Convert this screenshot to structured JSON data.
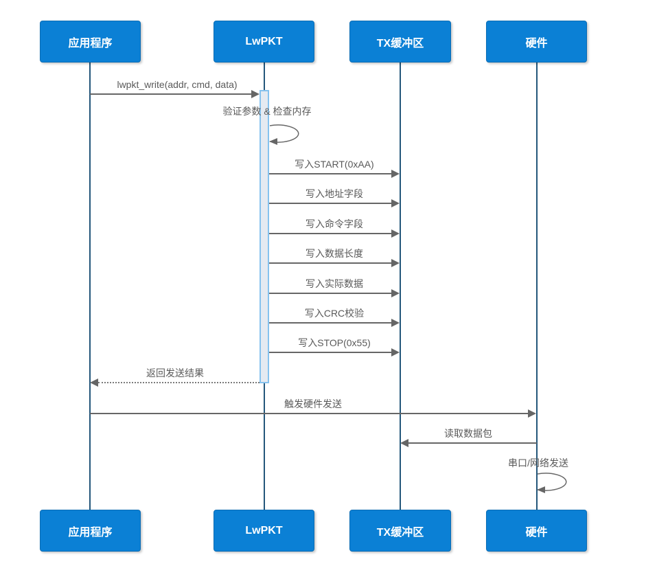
{
  "diagram": {
    "participants": [
      {
        "name": "应用程序"
      },
      {
        "name": "LwPKT"
      },
      {
        "name": "TX缓冲区"
      },
      {
        "name": "硬件"
      }
    ],
    "messages": [
      {
        "label": "lwpkt_write(addr, cmd, data)",
        "from": "应用程序",
        "to": "LwPKT",
        "type": "solid-arrow"
      },
      {
        "label": "验证参数 & 检查内存",
        "from": "LwPKT",
        "to": "LwPKT",
        "type": "self-loop"
      },
      {
        "label": "写入START(0xAA)",
        "from": "LwPKT",
        "to": "TX缓冲区",
        "type": "solid-arrow"
      },
      {
        "label": "写入地址字段",
        "from": "LwPKT",
        "to": "TX缓冲区",
        "type": "solid-arrow"
      },
      {
        "label": "写入命令字段",
        "from": "LwPKT",
        "to": "TX缓冲区",
        "type": "solid-arrow"
      },
      {
        "label": "写入数据长度",
        "from": "LwPKT",
        "to": "TX缓冲区",
        "type": "solid-arrow"
      },
      {
        "label": "写入实际数据",
        "from": "LwPKT",
        "to": "TX缓冲区",
        "type": "solid-arrow"
      },
      {
        "label": "写入CRC校验",
        "from": "LwPKT",
        "to": "TX缓冲区",
        "type": "solid-arrow"
      },
      {
        "label": "写入STOP(0x55)",
        "from": "LwPKT",
        "to": "TX缓冲区",
        "type": "solid-arrow"
      },
      {
        "label": "返回发送结果",
        "from": "LwPKT",
        "to": "应用程序",
        "type": "dashed-arrow"
      },
      {
        "label": "触发硬件发送",
        "from": "应用程序",
        "to": "硬件",
        "type": "solid-arrow"
      },
      {
        "label": "读取数据包",
        "from": "硬件",
        "to": "TX缓冲区",
        "type": "solid-arrow"
      },
      {
        "label": "串口/网络发送",
        "from": "硬件",
        "to": "硬件",
        "type": "self-loop"
      }
    ],
    "colors": {
      "participant_fill": "#0b80d5",
      "participant_border": "#0a6cb4",
      "participant_text": "#ffffff",
      "lifeline": "#23567a",
      "arrow": "#666666",
      "label_text": "#595959",
      "activation_fill": "#e5eaf1",
      "activation_border": "#85c2ee"
    }
  }
}
